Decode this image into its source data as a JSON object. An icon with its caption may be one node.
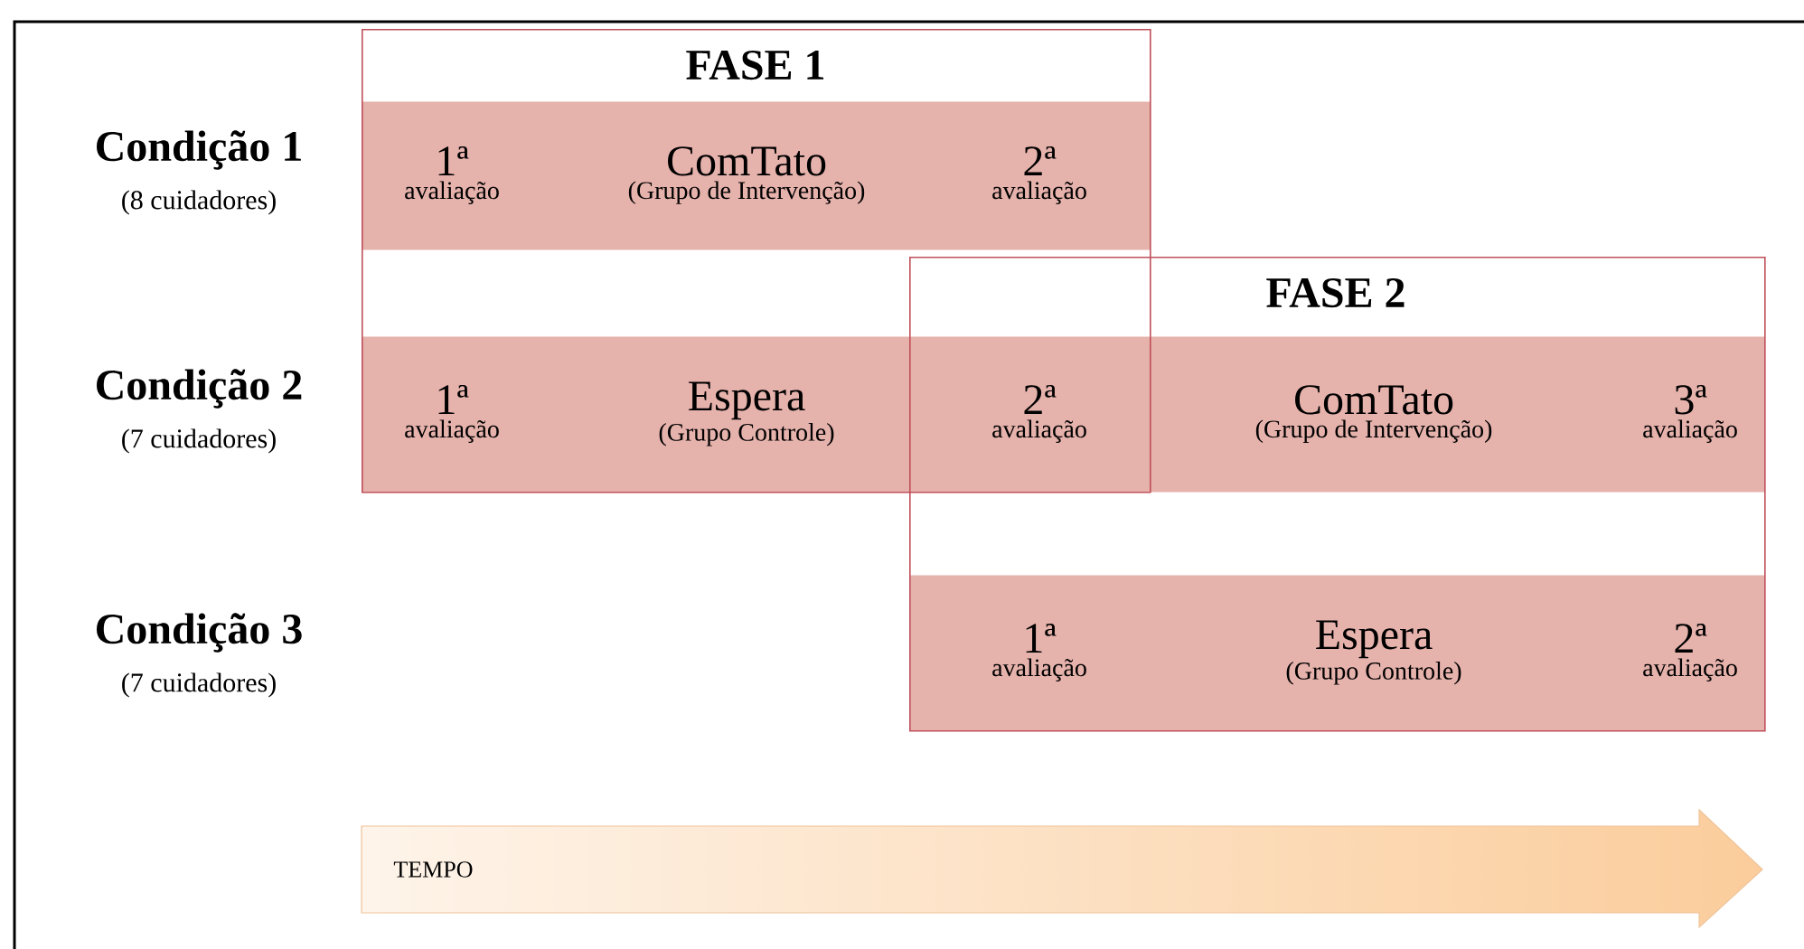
{
  "diagram": {
    "nodes": [
      {
        "text": [
          "FASE 1"
        ]
      },
      {
        "text": [],
        "shape": "bar",
        "in": 0
      },
      {
        "text": [
          "1ª",
          "avaliação"
        ],
        "in": 1
      },
      {
        "text": [
          "ComTato",
          "(Grupo de Intervenção)"
        ],
        "in": 1
      },
      {
        "text": [
          "2ª",
          "avaliação"
        ],
        "in": 1
      },
      {
        "text": [
          "FASE 2"
        ]
      },
      {
        "text": [],
        "shape": "bar"
      },
      {
        "text": [
          "1ª",
          "avaliação"
        ]
      },
      {
        "text": [
          "Espera",
          "(Grupo Controle)"
        ]
      },
      {
        "text": [
          "2ª",
          "avaliação"
        ]
      },
      {
        "text": [
          "ComTato",
          "(Grupo de Intervenção)"
        ]
      },
      {
        "text": [
          "3ª",
          "avaliação"
        ]
      },
      {
        "text": [],
        "shape": "bar",
        "in": 5
      },
      {
        "text": [
          "1ª",
          "avaliação"
        ],
        "in": 12
      },
      {
        "text": [
          "Espera",
          "(Grupo Controle)"
        ],
        "in": 12
      },
      {
        "text": [
          "2ª",
          "avaliação"
        ],
        "in": 12
      },
      {
        "text": [
          "TEMPO"
        ]
      }
    ],
    "labels": [
      "Condição 1",
      "(8 cuidadores)",
      "Condição 2",
      "(7 cuidadores)",
      "Condição 3",
      "(7 cuidadores)"
    ]
  }
}
